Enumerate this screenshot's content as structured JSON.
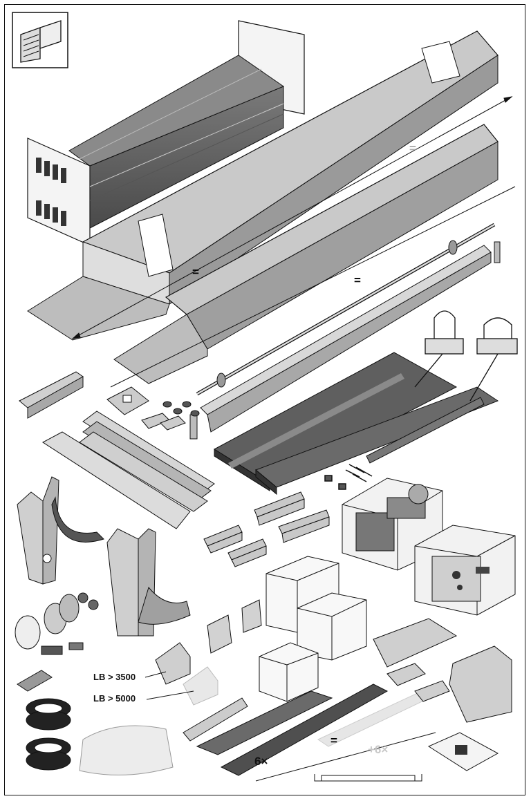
{
  "labels": {
    "lb_3500": "LB > 3500",
    "lb_5000": "LB > 5000",
    "qty_6": "6×",
    "qty_plus6": "+6×",
    "equal_mark": "="
  },
  "colors": {
    "line": "#1a1a1a",
    "metal_light": "#d9d9d9",
    "metal_mid": "#a9a9a9",
    "metal_dark": "#6e6e6e",
    "rubber": "#2a2a2a",
    "ghost": "#e6e6e6"
  },
  "icons": {
    "corner_symbol": "gate-corner-symbol-icon"
  }
}
